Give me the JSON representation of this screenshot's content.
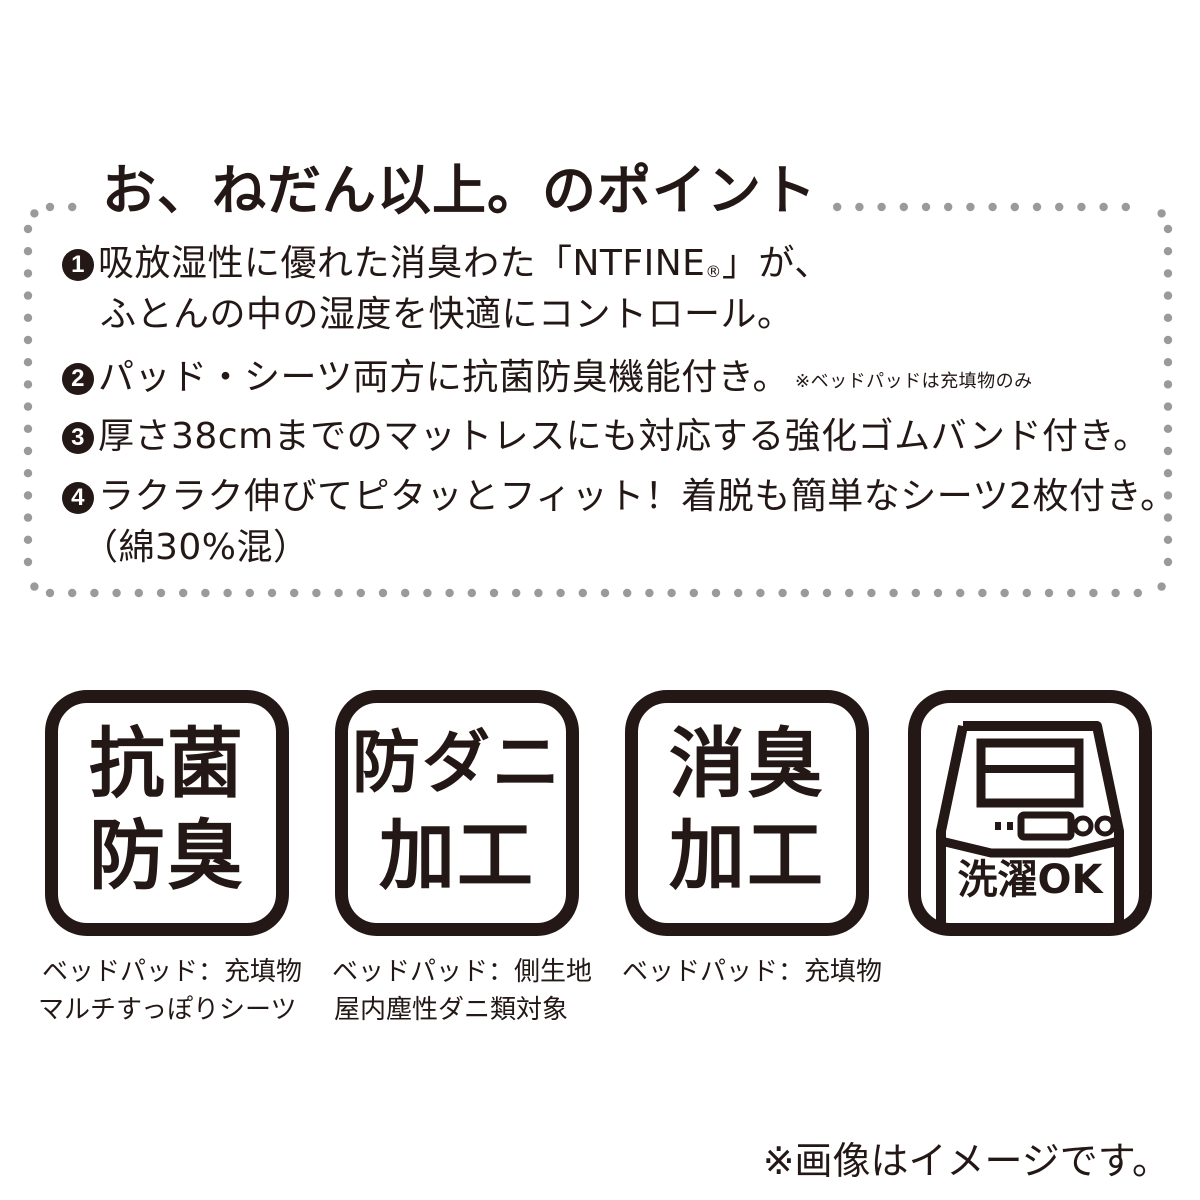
{
  "points_section": {
    "title": "お、ねだん以上。のポイント",
    "frame_dot_color": "#9a9a9a",
    "items": [
      {
        "number": "1",
        "lines": [
          "吸放湿性に優れた消臭わた「NTFINE",
          "®",
          "」が、",
          "ふとんの中の湿度を快適にコントロール。"
        ]
      },
      {
        "number": "2",
        "text": "パッド・シーツ両方に抗菌防臭機能付き。",
        "note": "※ベッドパッドは充填物のみ"
      },
      {
        "number": "3",
        "text": "厚さ38cmまでのマットレスにも対応する強化ゴムバンド付き。"
      },
      {
        "number": "4",
        "text": "ラクラク伸びてピタッとフィット！着脱も簡単なシーツ2枚付き。",
        "continuation": "（綿30%混）"
      }
    ]
  },
  "feature_icons": [
    {
      "label_line1": "抗菌",
      "label_line2": "防臭",
      "caption_line1": "ベッドパッド：充填物",
      "caption_line2": "マルチすっぽりシーツ"
    },
    {
      "label_line1": "防ダニ",
      "label_line2": "加工",
      "caption_line1": "ベッドパッド：側生地",
      "caption_line2": "屋内塵性ダニ類対象"
    },
    {
      "label_line1": "消臭",
      "label_line2": "加工",
      "caption_line1": "ベッドパッド：充填物",
      "caption_line2": ""
    },
    {
      "label": "洗濯OK",
      "icon": "washing-machine-icon"
    }
  ],
  "footer": {
    "note": "※画像はイメージです。"
  },
  "colors": {
    "text": "#231815",
    "dots": "#9a9a9a",
    "background": "#ffffff"
  }
}
